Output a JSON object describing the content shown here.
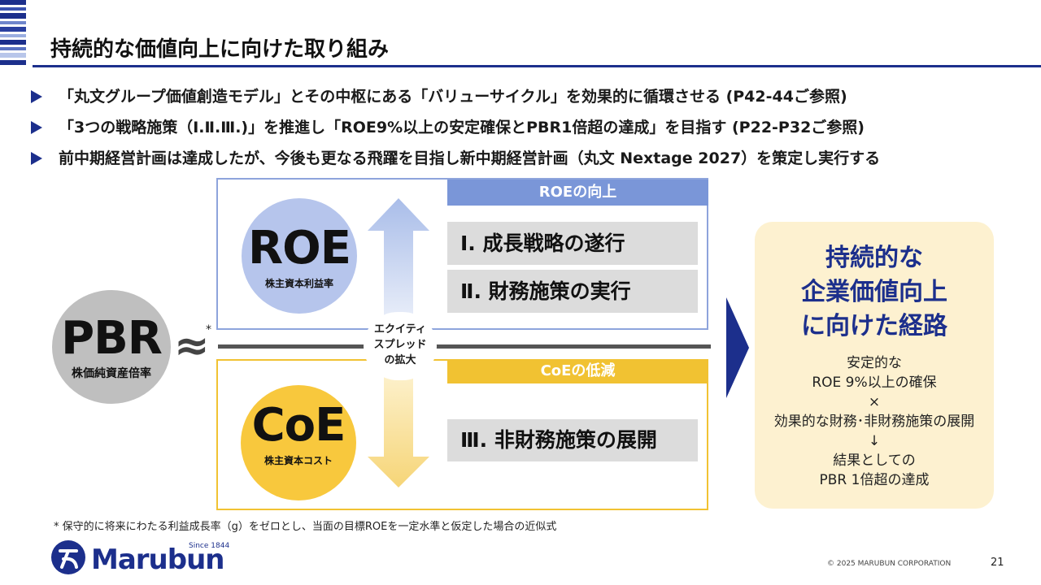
{
  "header": {
    "title": "持続的な価値向上に向けた取り組み"
  },
  "bullets": [
    "「丸文グループ価値創造モデル」とその中枢にある「バリューサイクル」を効果的に循環させる (P42-44ご参照)",
    "「3つの戦略施策（I.Ⅱ.Ⅲ.)」を推進し「ROE9%以上の安定確保とPBR1倍超の達成」を目指す (P22-P32ご参照)",
    "前中期経営計画は達成したが、今後も更なる飛躍を目指し新中期経営計画（丸文 Nextage 2027）を策定し実行する"
  ],
  "diagram": {
    "pbr": {
      "label": "PBR",
      "sub": "株価純資産倍率"
    },
    "approx": "≈",
    "asterisk": "*",
    "roe": {
      "label": "ROE",
      "sub": "株主資本利益率",
      "header": "ROEの向上"
    },
    "coe": {
      "label": "CoE",
      "sub": "株主資本コスト",
      "header": "CoEの低減"
    },
    "equity_spread": [
      "エクイティ",
      "スプレッド",
      "の拡大"
    ],
    "strategies": [
      "Ⅰ. 成長戦略の遂行",
      "Ⅱ. 財務施策の実行",
      "Ⅲ. 非財務施策の展開"
    ]
  },
  "panel": {
    "title": [
      "持続的な",
      "企業価値向上",
      "に向けた経路"
    ],
    "body": [
      "安定的な",
      "ROE 9%以上の確保",
      "×",
      "効果的な財務･非財務施策の展開",
      "↓",
      "結果としての",
      "PBR 1倍超の達成"
    ]
  },
  "footnote": "* 保守的に将来にわたる利益成長率（g）をゼロとし、当面の目標ROEを一定水準と仮定した場合の近似式",
  "footer": {
    "logo": "Marubun",
    "since": "Since 1844",
    "copyright": "© 2025 MARUBUN CORPORATION",
    "page": "21"
  },
  "colors": {
    "brand": "#1c2f8c",
    "roe": "#7a96d8",
    "coe": "#f1c232",
    "panel": "#fdf1d0"
  }
}
